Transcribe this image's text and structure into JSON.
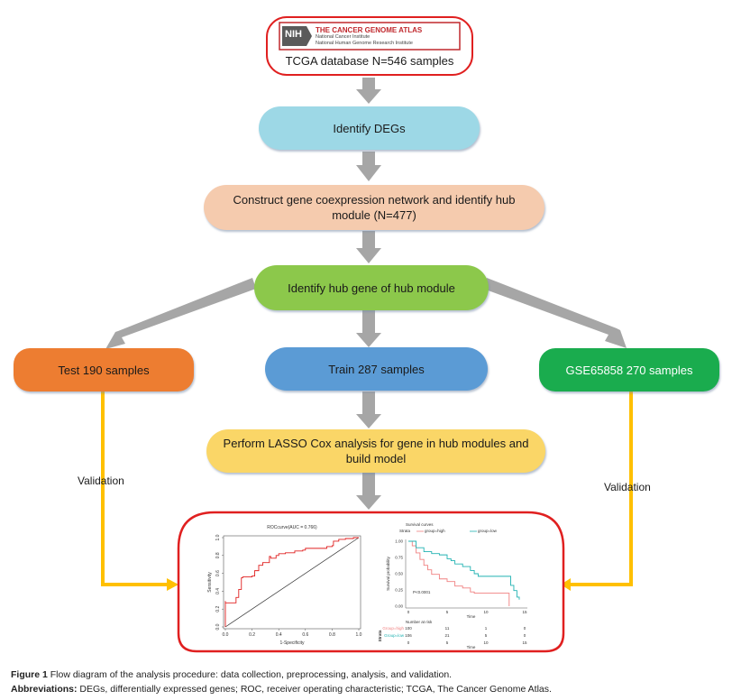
{
  "header": {
    "logo_badge": "NIH",
    "logo_title": "THE CANCER GENOME ATLAS",
    "logo_line1": "National Cancer Institute",
    "logo_line2": "National Human Genome Research Institute",
    "database_label": "TCGA database N=546 samples"
  },
  "steps": {
    "identify_degs": "Identify DEGs",
    "construct_network_line1": "Construct gene coexpression network and identify hub",
    "construct_network_line2": "module (N=477)",
    "identify_hub_gene": "Identify hub gene of hub module",
    "test": "Test 190 samples",
    "train": "Train 287 samples",
    "gse": "GSE65858 270 samples",
    "lasso_line1": "Perform LASSO Cox analysis for gene in hub modules and",
    "lasso_line2": "build model"
  },
  "labels": {
    "validation_left": "Validation",
    "validation_right": "Validation"
  },
  "colors": {
    "tcga_border": "#e02020",
    "identify_degs": "#9dd8e6",
    "construct": "#f5cbae",
    "hub_gene": "#8cc84b",
    "test": "#ed7d31",
    "train": "#5b9bd5",
    "gse": "#1aac4e",
    "lasso": "#fad667",
    "arrow_gray": "#a6a6a6",
    "validation_arrow": "#ffc000",
    "result_border": "#e02020"
  },
  "roc_chart": {
    "title": "ROCcurve(AUC = 0.766)",
    "xlabel": "1-Specificity",
    "ylabel": "Sensitivity",
    "xticks": [
      "0.0",
      "0.2",
      "0.4",
      "0.6",
      "0.8",
      "1.0"
    ],
    "yticks": [
      "0.0",
      "0.2",
      "0.4",
      "0.6",
      "0.8",
      "1.0"
    ]
  },
  "survival_chart": {
    "title": "Survival curves",
    "strata_label": "Strata",
    "legend_high": "group=high",
    "legend_low": "group=low",
    "pvalue": "P<0.0001",
    "xlabel": "Time",
    "ylabel": "Survival probability",
    "xticks": [
      "0",
      "5",
      "10",
      "15"
    ],
    "yticks": [
      "0.00",
      "0.25",
      "0.50",
      "0.75",
      "1.00"
    ],
    "risk_title": "Number at risk",
    "risk_strata_label": "Strata",
    "risk_rows": [
      {
        "name": "Group=high",
        "values": [
          "100",
          "11",
          "1",
          "0"
        ]
      },
      {
        "name": "Group=low",
        "values": [
          "106",
          "21",
          "5",
          "0"
        ]
      }
    ],
    "risk_xticks": [
      "0",
      "5",
      "10",
      "15"
    ],
    "risk_xlabel": "Time"
  },
  "chart_data": [
    {
      "type": "line",
      "title": "ROCcurve(AUC = 0.766)",
      "xlabel": "1-Specificity",
      "ylabel": "Sensitivity",
      "xlim": [
        0,
        1
      ],
      "ylim": [
        0,
        1
      ],
      "series": [
        {
          "name": "ROC",
          "x": [
            0.0,
            0.0,
            0.0,
            0.07,
            0.08,
            0.1,
            0.12,
            0.13,
            0.2,
            0.22,
            0.25,
            0.28,
            0.33,
            0.34,
            0.38,
            0.4,
            0.45,
            0.52,
            0.58,
            0.6,
            0.7,
            0.76,
            0.8,
            0.81,
            0.85,
            0.9,
            0.96,
            1.0
          ],
          "y": [
            0.0,
            0.29,
            0.27,
            0.27,
            0.33,
            0.42,
            0.55,
            0.56,
            0.57,
            0.63,
            0.69,
            0.72,
            0.79,
            0.77,
            0.8,
            0.82,
            0.83,
            0.85,
            0.86,
            0.88,
            0.88,
            0.9,
            0.91,
            0.96,
            0.98,
            0.99,
            1.0,
            1.0
          ]
        },
        {
          "name": "Reference",
          "x": [
            0,
            1
          ],
          "y": [
            0,
            1
          ]
        }
      ]
    },
    {
      "type": "line",
      "title": "Survival curves",
      "xlabel": "Time",
      "ylabel": "Survival probability",
      "xlim": [
        0,
        15
      ],
      "ylim": [
        0,
        1
      ],
      "annotation": "P<0.0001",
      "series": [
        {
          "name": "group=high",
          "x": [
            0,
            0.5,
            1,
            1.5,
            2,
            2.5,
            3,
            4,
            5,
            6,
            7,
            8,
            8.5,
            9,
            13
          ],
          "y": [
            1.0,
            0.93,
            0.82,
            0.72,
            0.63,
            0.56,
            0.49,
            0.42,
            0.38,
            0.31,
            0.28,
            0.22,
            0.2,
            0.2,
            0.0
          ]
        },
        {
          "name": "group=low",
          "x": [
            0,
            1,
            2,
            3,
            4,
            5,
            5.5,
            6,
            7,
            8,
            8.5,
            9,
            13,
            13.2,
            13.6,
            14,
            14.3
          ],
          "y": [
            1.0,
            0.9,
            0.84,
            0.81,
            0.79,
            0.73,
            0.7,
            0.65,
            0.61,
            0.55,
            0.5,
            0.46,
            0.46,
            0.32,
            0.24,
            0.14,
            0.1
          ]
        }
      ]
    }
  ],
  "caption": {
    "figure_label": "Figure 1",
    "figure_text": " Flow diagram of the analysis procedure: data collection, preprocessing, analysis, and validation.",
    "abbrev_label": "Abbreviations:",
    "abbrev_text": " DEGs, differentially expressed genes; ROC, receiver operating characteristic; TCGA, The Cancer Genome Atlas."
  }
}
